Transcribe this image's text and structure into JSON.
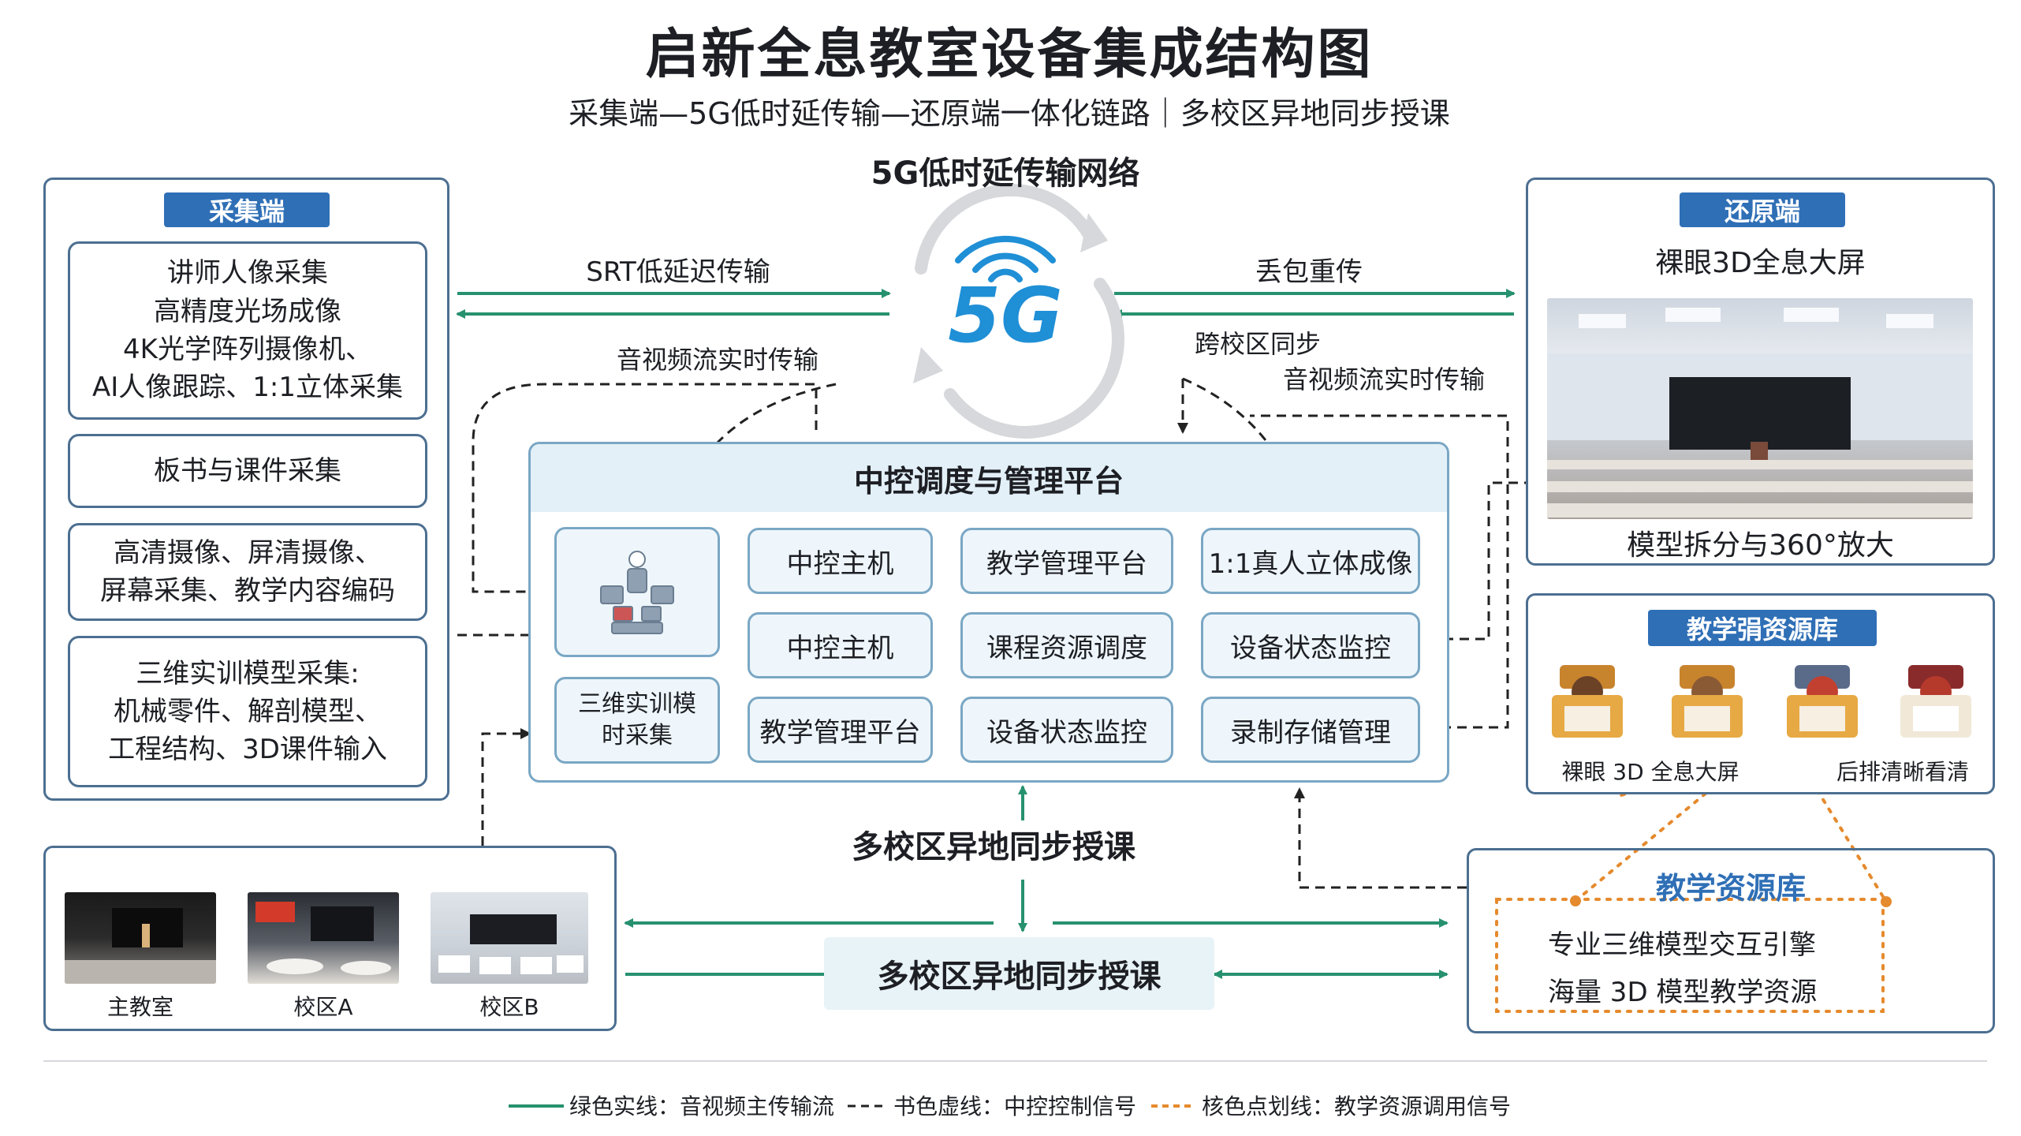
{
  "header": {
    "title": "启新全息教室设备集成结构图",
    "subtitle": "采集端—5G低时延传输—还原端一体化链路｜多校区异地同步授课"
  },
  "network": {
    "title": "5G低时延传输网络",
    "badge_text": "5G",
    "srt_label": "SRT低延迟传输",
    "retransmit_label": "丢包重传",
    "av_realtime_left": "音视频流实时传输",
    "cross_campus_sync": "跨校区同步",
    "av_realtime_right": "音视频流实时传输"
  },
  "capture": {
    "badge": "采集端",
    "box1": [
      "讲师人像采集",
      "高精度光场成像",
      "4K光学阵列摄像机、",
      "AI人像跟踪、1:1立体采集"
    ],
    "box2": "板书与课件采集",
    "box3": [
      "高清摄像、屏清摄像、",
      "屏幕采集、教学内容编码"
    ],
    "box4": [
      "三维实训模型采集:",
      "机械零件、解剖模型、",
      "工程结构、3D课件输入"
    ]
  },
  "platform": {
    "title": "中控调度与管理平台",
    "robot_icon": "robot-capture-icon",
    "capture_3d": [
      "三维实训模",
      "时采集"
    ],
    "grid": [
      [
        "中控主机",
        "教学管理平台",
        "1:1真人立体成像"
      ],
      [
        "中控主机",
        "课程资源调度",
        "设备状态监控"
      ],
      [
        "教学管理平台",
        "设备状态监控",
        "录制存储管理"
      ]
    ]
  },
  "restore": {
    "badge": "还原端",
    "heading": "裸眼3D全息大屏",
    "caption": "模型拆分与360°放大"
  },
  "resource_top": {
    "badge": "教学弲资源库",
    "caption_left": "裸眼 3D 全息大屏",
    "caption_right": "后排清晰看清"
  },
  "campus": {
    "items": [
      "主教室",
      "校区A",
      "校区B"
    ]
  },
  "multi_campus": {
    "label_top": "多校区异地同步授课",
    "label_box": "多校区异地同步授课"
  },
  "resource_lib": {
    "title": "教学资源库",
    "line1": "专业三维模型交互引擎",
    "line2": "海量 3D 模型教学资源"
  },
  "legend": {
    "green": "绿色实线：音视频主传输流",
    "dashed": "书色虚线：中控控制信号",
    "orange": "核色点划线：教学资源调用信号"
  },
  "colors": {
    "green": "#27916f",
    "control": "#222222",
    "orange": "#e58a2d",
    "accent": "#2f6fb6",
    "border": "#4c6f91"
  }
}
